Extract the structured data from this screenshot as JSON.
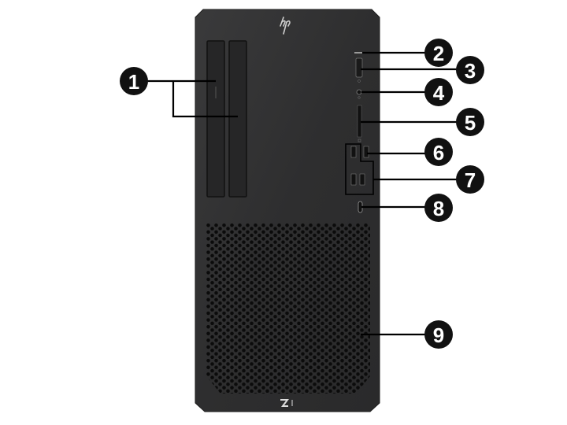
{
  "product": {
    "brand_logo": "hp",
    "model_badge": "Z1",
    "colors": {
      "case": "#2f2f30",
      "case_edge": "#3a3a3b",
      "callout": "#111111",
      "leader": "#111111"
    }
  },
  "callouts": [
    {
      "number": "1",
      "component": "optical-drive-bays"
    },
    {
      "number": "2",
      "component": "drive-activity-light"
    },
    {
      "number": "3",
      "component": "power-button"
    },
    {
      "number": "4",
      "component": "audio-jack"
    },
    {
      "number": "5",
      "component": "card-reader"
    },
    {
      "number": "6",
      "component": "usb-charging-port"
    },
    {
      "number": "7",
      "component": "usb-ports"
    },
    {
      "number": "8",
      "component": "usb-type-c-port"
    },
    {
      "number": "9",
      "component": "front-grille"
    }
  ]
}
